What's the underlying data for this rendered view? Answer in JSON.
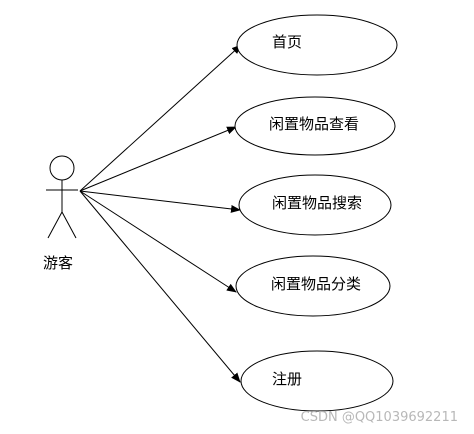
{
  "diagram": {
    "actor": {
      "label": "游客"
    },
    "use_cases": [
      {
        "label": "首页"
      },
      {
        "label": "闲置物品查看"
      },
      {
        "label": "闲置物品搜索"
      },
      {
        "label": "闲置物品分类"
      },
      {
        "label": "注册"
      }
    ]
  },
  "watermark": "CSDN @QQ1039692211"
}
